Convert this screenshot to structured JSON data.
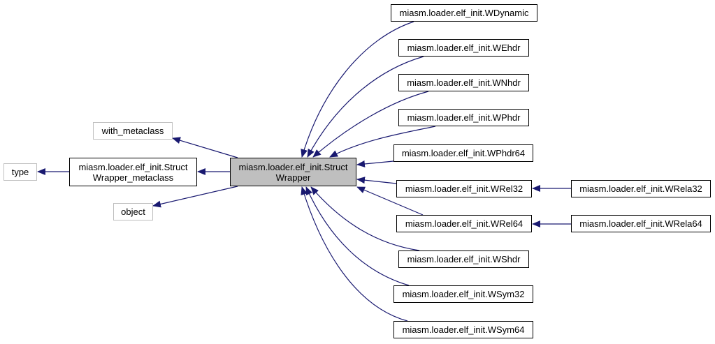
{
  "diagram": {
    "type": "class-inheritance-graph",
    "edge_color": "#191970",
    "colors": {
      "focus_fill": "#bfbfbf",
      "external_border": "#bfbfbf",
      "node_border": "#000000",
      "node_fill": "#ffffff"
    },
    "nodes": [
      {
        "id": "type",
        "label": "type",
        "kind": "external"
      },
      {
        "id": "with_metaclass",
        "label": "with_metaclass",
        "kind": "external"
      },
      {
        "id": "sw_meta",
        "label": "miasm.loader.elf_init.Struct\nWrapper_metaclass",
        "kind": "normal"
      },
      {
        "id": "object",
        "label": "object",
        "kind": "external"
      },
      {
        "id": "sw",
        "label": "miasm.loader.elf_init.Struct\nWrapper",
        "kind": "focus"
      },
      {
        "id": "wdynamic",
        "label": "miasm.loader.elf_init.WDynamic",
        "kind": "normal"
      },
      {
        "id": "wehdr",
        "label": "miasm.loader.elf_init.WEhdr",
        "kind": "normal"
      },
      {
        "id": "wnhdr",
        "label": "miasm.loader.elf_init.WNhdr",
        "kind": "normal"
      },
      {
        "id": "wphdr",
        "label": "miasm.loader.elf_init.WPhdr",
        "kind": "normal"
      },
      {
        "id": "wphdr64",
        "label": "miasm.loader.elf_init.WPhdr64",
        "kind": "normal"
      },
      {
        "id": "wrel32",
        "label": "miasm.loader.elf_init.WRel32",
        "kind": "normal"
      },
      {
        "id": "wrela32",
        "label": "miasm.loader.elf_init.WRela32",
        "kind": "normal"
      },
      {
        "id": "wrel64",
        "label": "miasm.loader.elf_init.WRel64",
        "kind": "normal"
      },
      {
        "id": "wrela64",
        "label": "miasm.loader.elf_init.WRela64",
        "kind": "normal"
      },
      {
        "id": "wshdr",
        "label": "miasm.loader.elf_init.WShdr",
        "kind": "normal"
      },
      {
        "id": "wsym32",
        "label": "miasm.loader.elf_init.WSym32",
        "kind": "normal"
      },
      {
        "id": "wsym64",
        "label": "miasm.loader.elf_init.WSym64",
        "kind": "normal"
      }
    ],
    "edges": [
      {
        "from": "sw_meta",
        "to": "type"
      },
      {
        "from": "sw",
        "to": "with_metaclass"
      },
      {
        "from": "sw",
        "to": "sw_meta"
      },
      {
        "from": "sw",
        "to": "object"
      },
      {
        "from": "wdynamic",
        "to": "sw"
      },
      {
        "from": "wehdr",
        "to": "sw"
      },
      {
        "from": "wnhdr",
        "to": "sw"
      },
      {
        "from": "wphdr",
        "to": "sw"
      },
      {
        "from": "wphdr64",
        "to": "sw"
      },
      {
        "from": "wrel32",
        "to": "sw"
      },
      {
        "from": "wrel64",
        "to": "sw"
      },
      {
        "from": "wshdr",
        "to": "sw"
      },
      {
        "from": "wsym32",
        "to": "sw"
      },
      {
        "from": "wsym64",
        "to": "sw"
      },
      {
        "from": "wrela32",
        "to": "wrel32"
      },
      {
        "from": "wrela64",
        "to": "wrel64"
      }
    ]
  }
}
